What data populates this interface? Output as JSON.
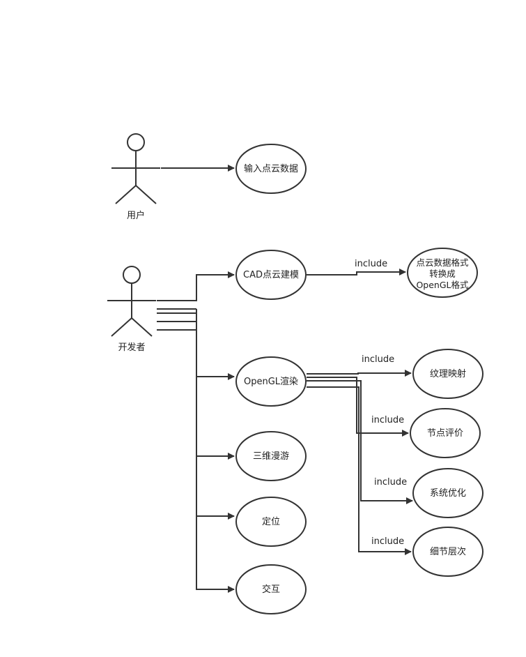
{
  "actors": {
    "user": "用户",
    "developer": "开发者"
  },
  "usecases": {
    "input_pointcloud": "输入点云数据",
    "cad_modeling": "CAD点云建模",
    "convert_line1": "点云数据格式",
    "convert_line2": "转换成",
    "convert_line3": "OpenGL格式",
    "opengl_render": "OpenGL渲染",
    "roaming": "三维漫游",
    "locate": "定位",
    "interact": "交互",
    "texture": "纹理映射",
    "node_eval": "节点评价",
    "sys_opt": "系统优化",
    "lod": "细节层次"
  },
  "relations": {
    "include": "include"
  },
  "colors": {
    "stroke": "#333333",
    "fill": "#ffffff",
    "text": "#222222"
  }
}
